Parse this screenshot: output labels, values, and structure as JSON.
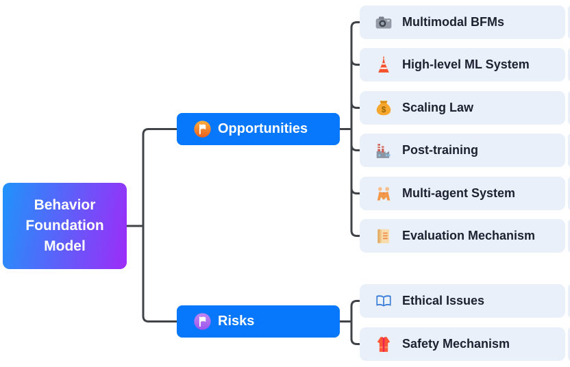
{
  "title": "Behavior Foundation Model mind map",
  "root": {
    "label": "Behavior Foundation Model"
  },
  "branches": [
    {
      "label": "Opportunities",
      "icon": "white-flag-in-orange-circle-icon",
      "children": [
        {
          "label": "Multimodal BFMs",
          "icon": "camera-icon"
        },
        {
          "label": "High-level ML System",
          "icon": "tower-icon"
        },
        {
          "label": "Scaling Law",
          "icon": "money-bag-icon"
        },
        {
          "label": "Post-training",
          "icon": "factory-icon"
        },
        {
          "label": "Multi-agent System",
          "icon": "wrestlers-icon"
        },
        {
          "label": "Evaluation Mechanism",
          "icon": "scroll-icon"
        }
      ]
    },
    {
      "label": "Risks",
      "icon": "white-flag-in-purple-circle-icon",
      "children": [
        {
          "label": "Ethical Issues",
          "icon": "open-book-icon"
        },
        {
          "label": "Safety Mechanism",
          "icon": "safety-vest-icon"
        }
      ]
    }
  ],
  "colors": {
    "canvas_background": "#ffffff",
    "root_gradient_start": "#1f93fb",
    "root_gradient_end": "#9d2cf8",
    "branch_blue": "#0778fc",
    "leaf_background": "#eaf0f9",
    "leaf_text": "#1d2130",
    "connector": "#3f4347",
    "opportunities_badge": "#f07418",
    "risks_badge": "#b06ef2"
  }
}
